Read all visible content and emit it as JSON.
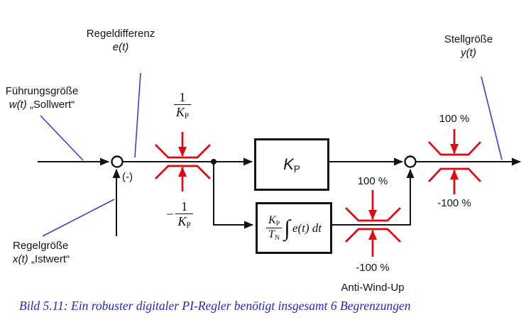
{
  "colors": {
    "diagram_black": "#141414",
    "limiter_red": "#e30613",
    "leader_blue": "#3c3cd6",
    "caption_blue": "#2525c8",
    "background": "#ffffff"
  },
  "signals": {
    "reference": {
      "name": "Führungsgröße",
      "symbol": "w(t)",
      "quote": "„Sollwert“"
    },
    "error": {
      "name": "Regeldifferenz",
      "symbol": "e(t)"
    },
    "controlled": {
      "name": "Regelgröße",
      "symbol": "x(t)",
      "quote": "„Istwert“"
    },
    "output": {
      "name": "Stellgröße",
      "symbol": "y(t)"
    }
  },
  "summing_junction": {
    "sign_label": "(-)"
  },
  "blocks": {
    "proportional": {
      "symbol_main": "K",
      "symbol_sub": "P"
    },
    "integral": {
      "num_main": "K",
      "num_sub": "P",
      "den_main": "T",
      "den_sub": "N",
      "integral_sign": "∫",
      "integrand": "e(t) dt"
    }
  },
  "limiters": {
    "error": {
      "upper": {
        "num": "1",
        "den_main": "K",
        "den_sub": "P"
      },
      "lower": {
        "sign": "−",
        "num": "1",
        "den_main": "K",
        "den_sub": "P"
      }
    },
    "integrator": {
      "upper": "100 %",
      "lower": "-100 %",
      "caption": "Anti-Wind-Up"
    },
    "output": {
      "upper": "100 %",
      "lower": "-100 %"
    }
  },
  "caption": "Bild 5.11: Ein robuster digitaler PI-Regler benötigt insgesamt 6 Begrenzungen"
}
